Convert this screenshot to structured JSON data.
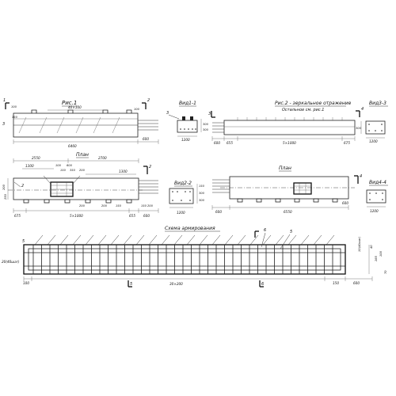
{
  "fig1": {
    "title": "Рис.1",
    "dim_total": "6460",
    "dim_right": "600",
    "dim_top": "40×100",
    "mark_left": "1",
    "mark_right": "2",
    "dim_h1": "100",
    "dim_h2": "100",
    "dim_h3": "150",
    "mark_3": "3"
  },
  "view11": {
    "title": "Вид1-1",
    "dim_w": "1200",
    "dim_h1": "300",
    "dim_h2": "300",
    "mark_3": "3"
  },
  "fig2": {
    "title": "Рис.2 - зеркальное отражение",
    "subtitle": "Остальное см. рис.1",
    "dim_left1": "600",
    "dim_left2": "655",
    "dim_mid": "5×1000",
    "dim_right": "675",
    "mark_3": "3",
    "mark_4": "4"
  },
  "view33": {
    "title": "Вид3-3",
    "dim_w": "1200",
    "dim_h": "300"
  },
  "plan1": {
    "title": "План",
    "dim_a": "2550",
    "dim_b": "2700",
    "dim_c": "1300",
    "dim_d": "1300",
    "dim_e1": "100",
    "dim_e2": "600",
    "dim_f1": "150",
    "dim_f2": "350",
    "dim_g": "200",
    "dim_left": "675",
    "dim_mid": "5×1000",
    "dim_right": "655",
    "dim_r1": "150",
    "dim_r2": "200",
    "dim_r3": "600",
    "dim_small1": "200",
    "dim_small2": "200",
    "dim_small3": "150",
    "dim_v1": "200",
    "dim_v2": "250",
    "mark_2": "2",
    "mark_2b": "2"
  },
  "view22": {
    "title": "Вид2-2",
    "dim_w": "1200",
    "dim_h1": "300",
    "dim_h2": "300",
    "dim_h3": "150"
  },
  "plan2": {
    "title": "План",
    "dim_left": "600",
    "dim_total": "6550",
    "dim_right": "600",
    "mark_4": "4"
  },
  "view44": {
    "title": "Вид4-4",
    "dim_w": "1200"
  },
  "scheme": {
    "title": "Схема армирования",
    "dim_left": "100",
    "dim_mid": "30×200",
    "dim_r1": "150",
    "dim_r2": "600",
    "dim_left_v": "20(40шаг)",
    "dim_right_v": "10(40шаг)",
    "dim_rv1": "70",
    "dim_rv2": "285",
    "dim_rv3": "100",
    "dim_rv4": "40",
    "mark_5a": "5",
    "mark_5b": "5",
    "mark_6a": "6",
    "mark_6b": "6",
    "mark_5c": "5"
  }
}
